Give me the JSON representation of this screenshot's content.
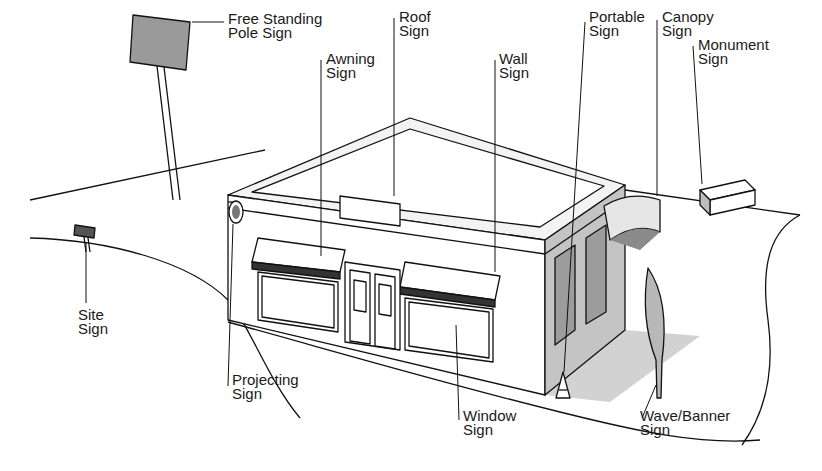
{
  "diagram": {
    "labels": [
      "Free Standing Pole Sign",
      "Roof Sign",
      "Awning Sign",
      "Wall Sign",
      "Portable Sign",
      "Canopy Sign",
      "Monument Sign",
      "Site Sign",
      "Projecting Sign",
      "Window Sign",
      "Wave/Banner Sign"
    ]
  }
}
